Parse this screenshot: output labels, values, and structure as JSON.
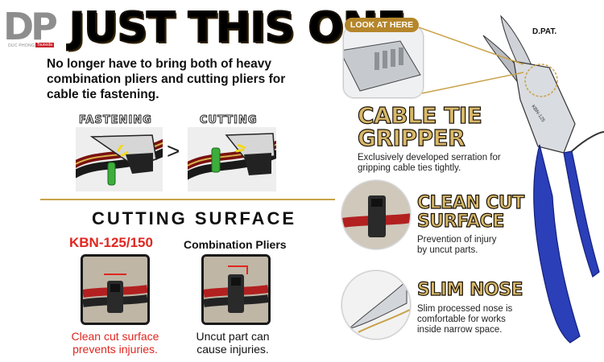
{
  "logo": {
    "letters": "DP",
    "subtext": "DUC PHONG",
    "brand_tag": "Tsunoda"
  },
  "headline": "JUST THIS ONE",
  "intro": "No longer have to bring both of heavy combination pliers and cutting pliers for cable tie fastening.",
  "steps": {
    "fastening": "FASTENING",
    "cutting": "CUTTING",
    "arrow": ">"
  },
  "cutting_surface": {
    "title": "CUTTING SURFACE",
    "kbn": {
      "label": "KBN-125/150",
      "caption": "Clean cut surface prevents injuries."
    },
    "combo": {
      "label": "Combination Pliers",
      "caption": "Uncut part can cause injuries."
    }
  },
  "right": {
    "dpat": "D.PAT.",
    "look_tag": "LOOK AT HERE",
    "features": [
      {
        "title_line1": "CABLE TIE",
        "title_line2": "GRIPPER",
        "desc": "Exclusively developed serration for gripping cable ties tightly."
      },
      {
        "title_line1": "CLEAN CUT",
        "title_line2": "SURFACE",
        "desc": "Prevention of injury by uncut parts."
      },
      {
        "title_line1": "SLIM NOSE",
        "title_line2": "",
        "desc": "Slim processed nose is comfortable for works inside narrow space."
      }
    ],
    "pliers_imprint": "KBN-125"
  },
  "colors": {
    "gold": "#c9a24a",
    "red": "#e0261f",
    "handle_blue": "#2a3fb8"
  }
}
